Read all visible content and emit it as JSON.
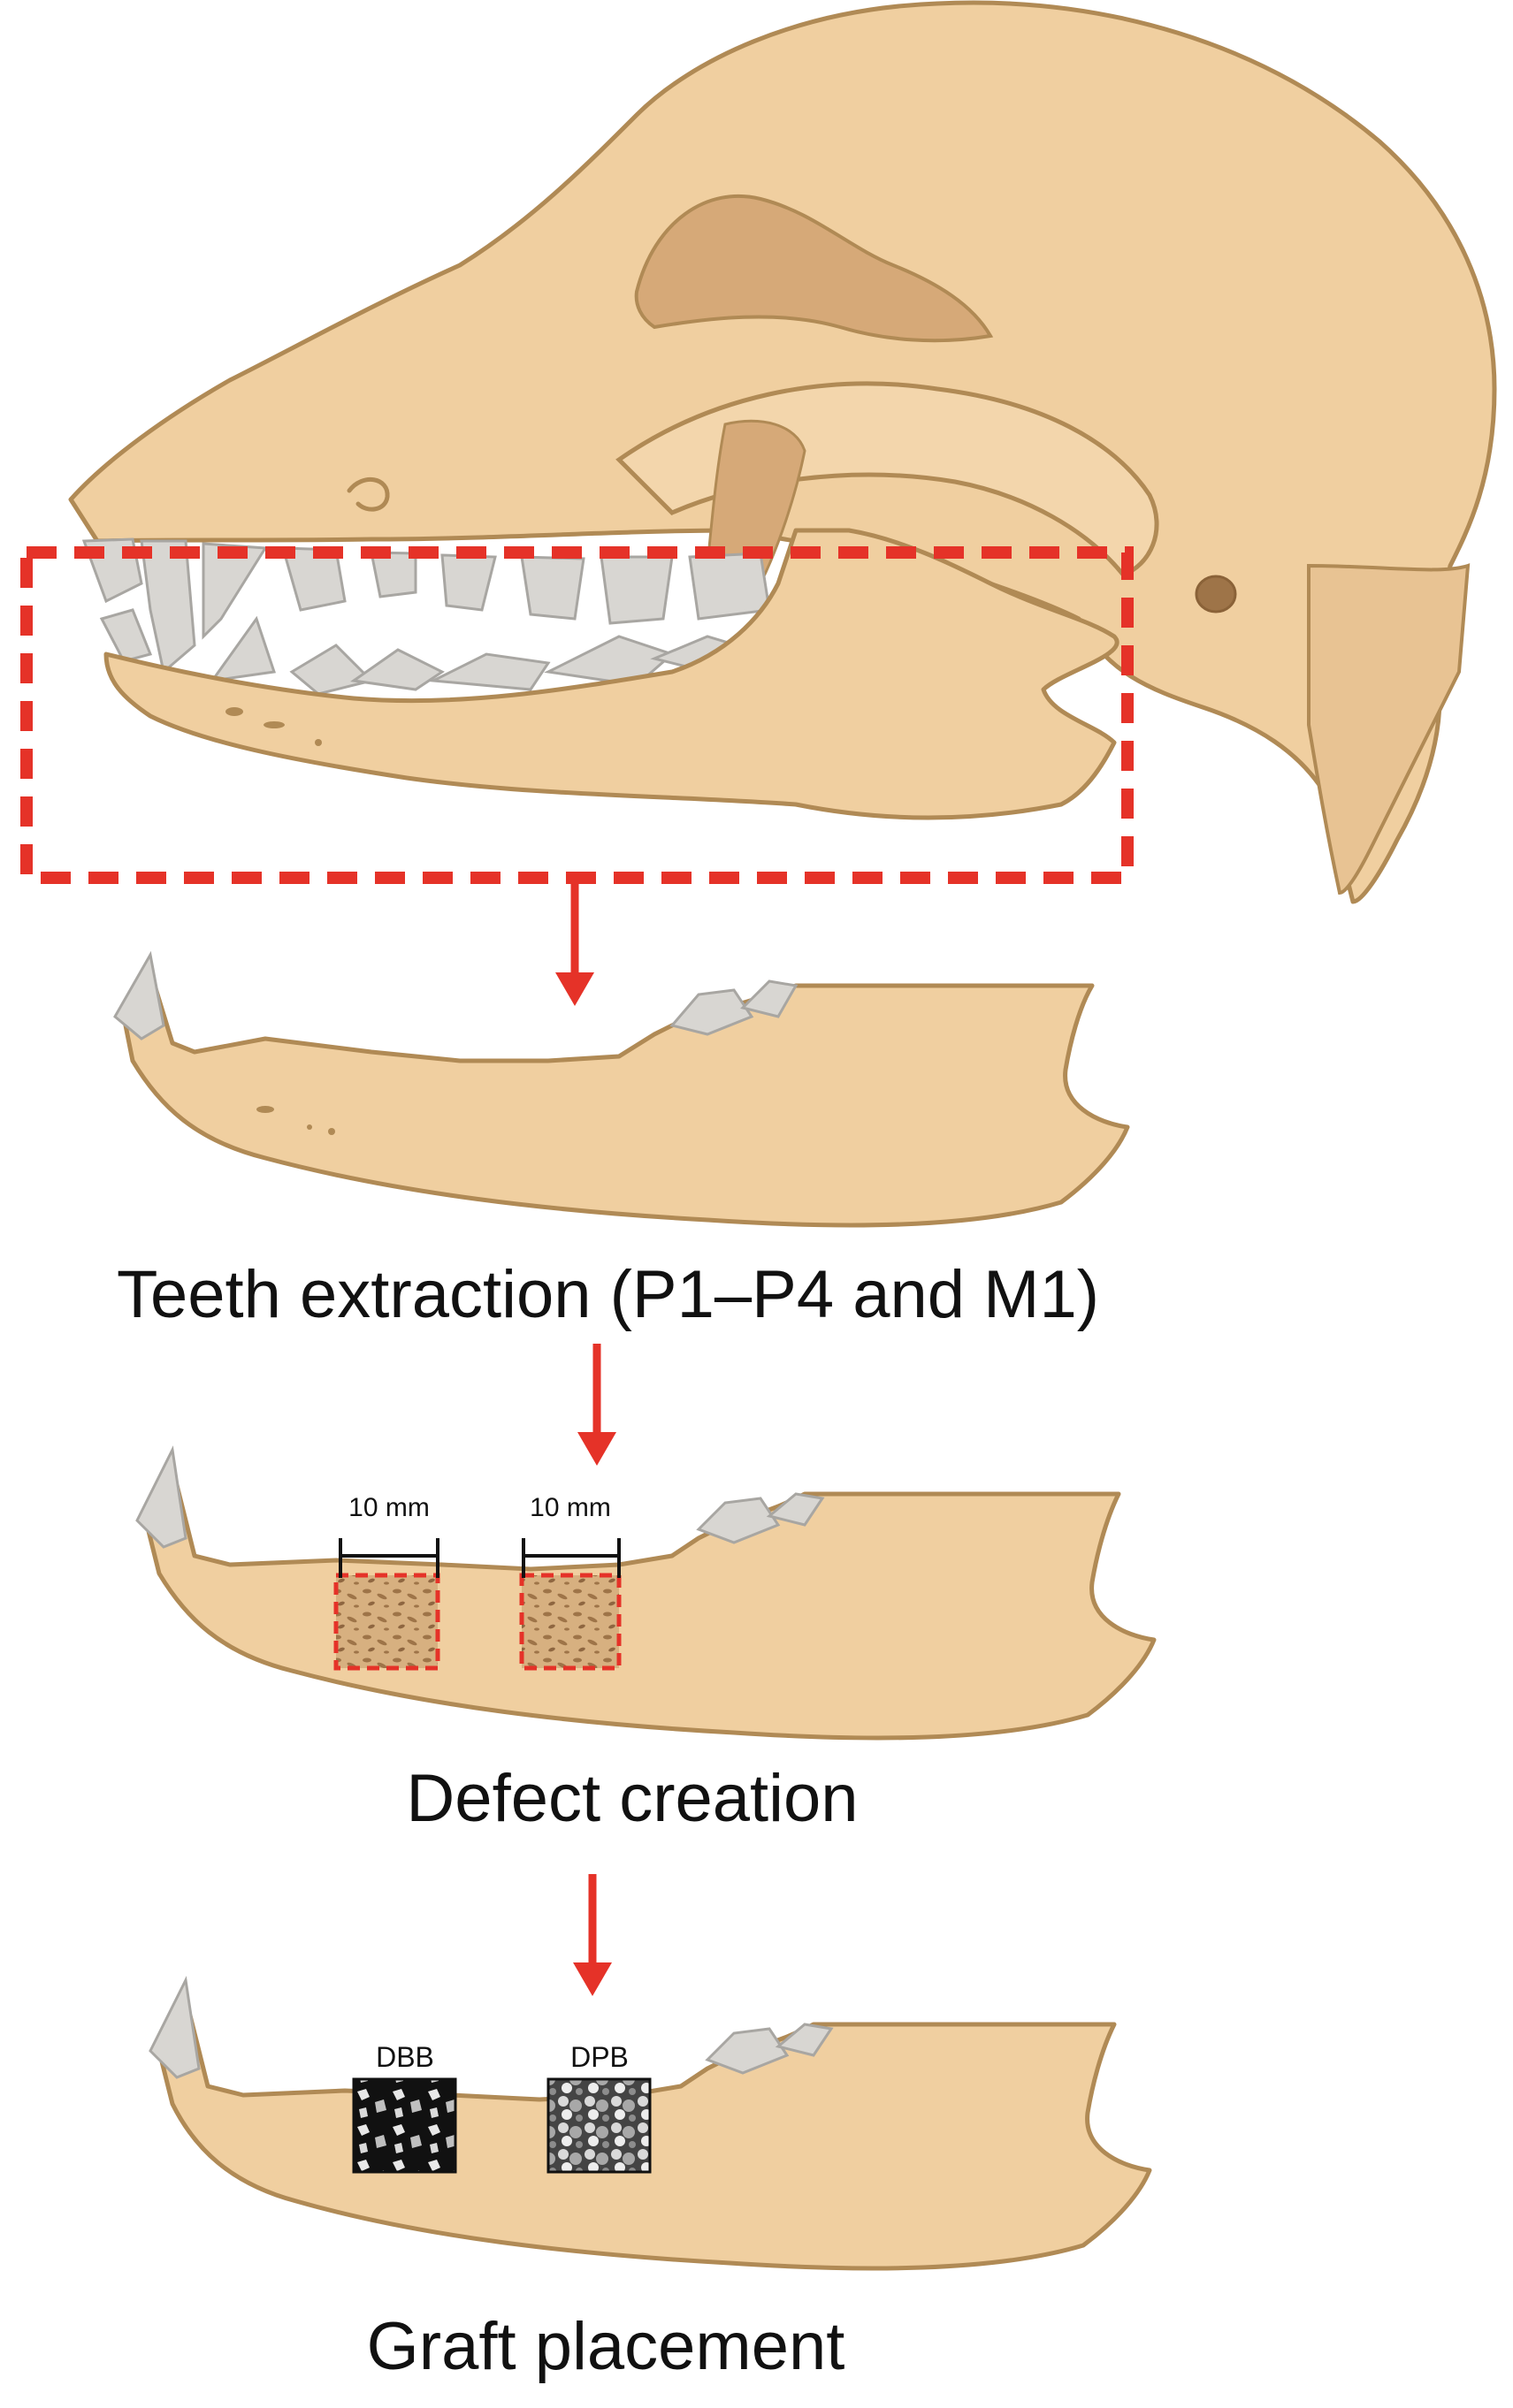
{
  "steps": [
    {
      "id": "extraction",
      "label": "Teeth extraction (P1–P4 and M1)"
    },
    {
      "id": "defect",
      "label": "Defect creation"
    },
    {
      "id": "graft",
      "label": "Graft placement"
    }
  ],
  "defect_widths": [
    "10 mm",
    "10 mm"
  ],
  "grafts": [
    "DBB",
    "DPB"
  ],
  "colors": {
    "bone": "#F0CFA0",
    "bone_outline": "#B08A55",
    "bone_shadow": "#D6A978",
    "tooth": "#D8D6D2",
    "tooth_outline": "#A8A6A2",
    "highlight_box": "#E53228",
    "arrow": "#E53228",
    "defect_fill": "#C9A06E"
  }
}
